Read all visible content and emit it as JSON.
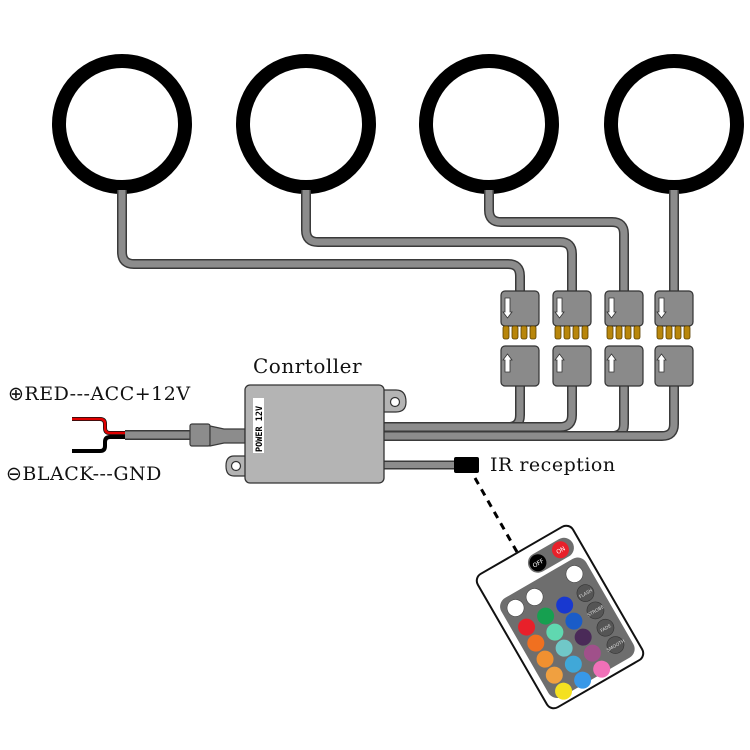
{
  "diagram": {
    "title": "LED puck light wiring diagram",
    "lights": [
      {
        "id": "light-1"
      },
      {
        "id": "light-2"
      },
      {
        "id": "light-3"
      },
      {
        "id": "light-4"
      }
    ],
    "controller": {
      "label": "Conrtoller",
      "side_text": "POWER 12V"
    },
    "power": {
      "positive_symbol": "⊕",
      "positive_label": "RED---ACC+12V",
      "negative_symbol": "⊖",
      "negative_label": "BLACK---GND",
      "positive_color": "#e00000",
      "negative_color": "#000000"
    },
    "ir": {
      "label": "IR reception"
    },
    "remote": {
      "top_buttons": [
        "OFF",
        "ON"
      ],
      "control_buttons": [
        "bright-up",
        "bright-down",
        "W"
      ],
      "color_rows": [
        [
          "#e8202a",
          "#16a050",
          "#1838d0"
        ],
        [
          "#f07020",
          "#60d8b0",
          "#1a5cc8"
        ],
        [
          "#f09030",
          "#70c8c8",
          "#4a2a58"
        ],
        [
          "#f0a040",
          "#40a8d8",
          "#a0508a"
        ],
        [
          "#f4e020",
          "#3898e8",
          "#f070b8"
        ]
      ],
      "mode_buttons": [
        "FLASH",
        "STROBE",
        "FADE",
        "SMOOTH"
      ]
    },
    "colors": {
      "cable": "#8c8c8c",
      "cable_outline": "#3a3a3a",
      "connector": "#8a8a8a",
      "pins": "#b8860b",
      "controller_body": "#b4b4b4",
      "ring": "#000000"
    }
  }
}
